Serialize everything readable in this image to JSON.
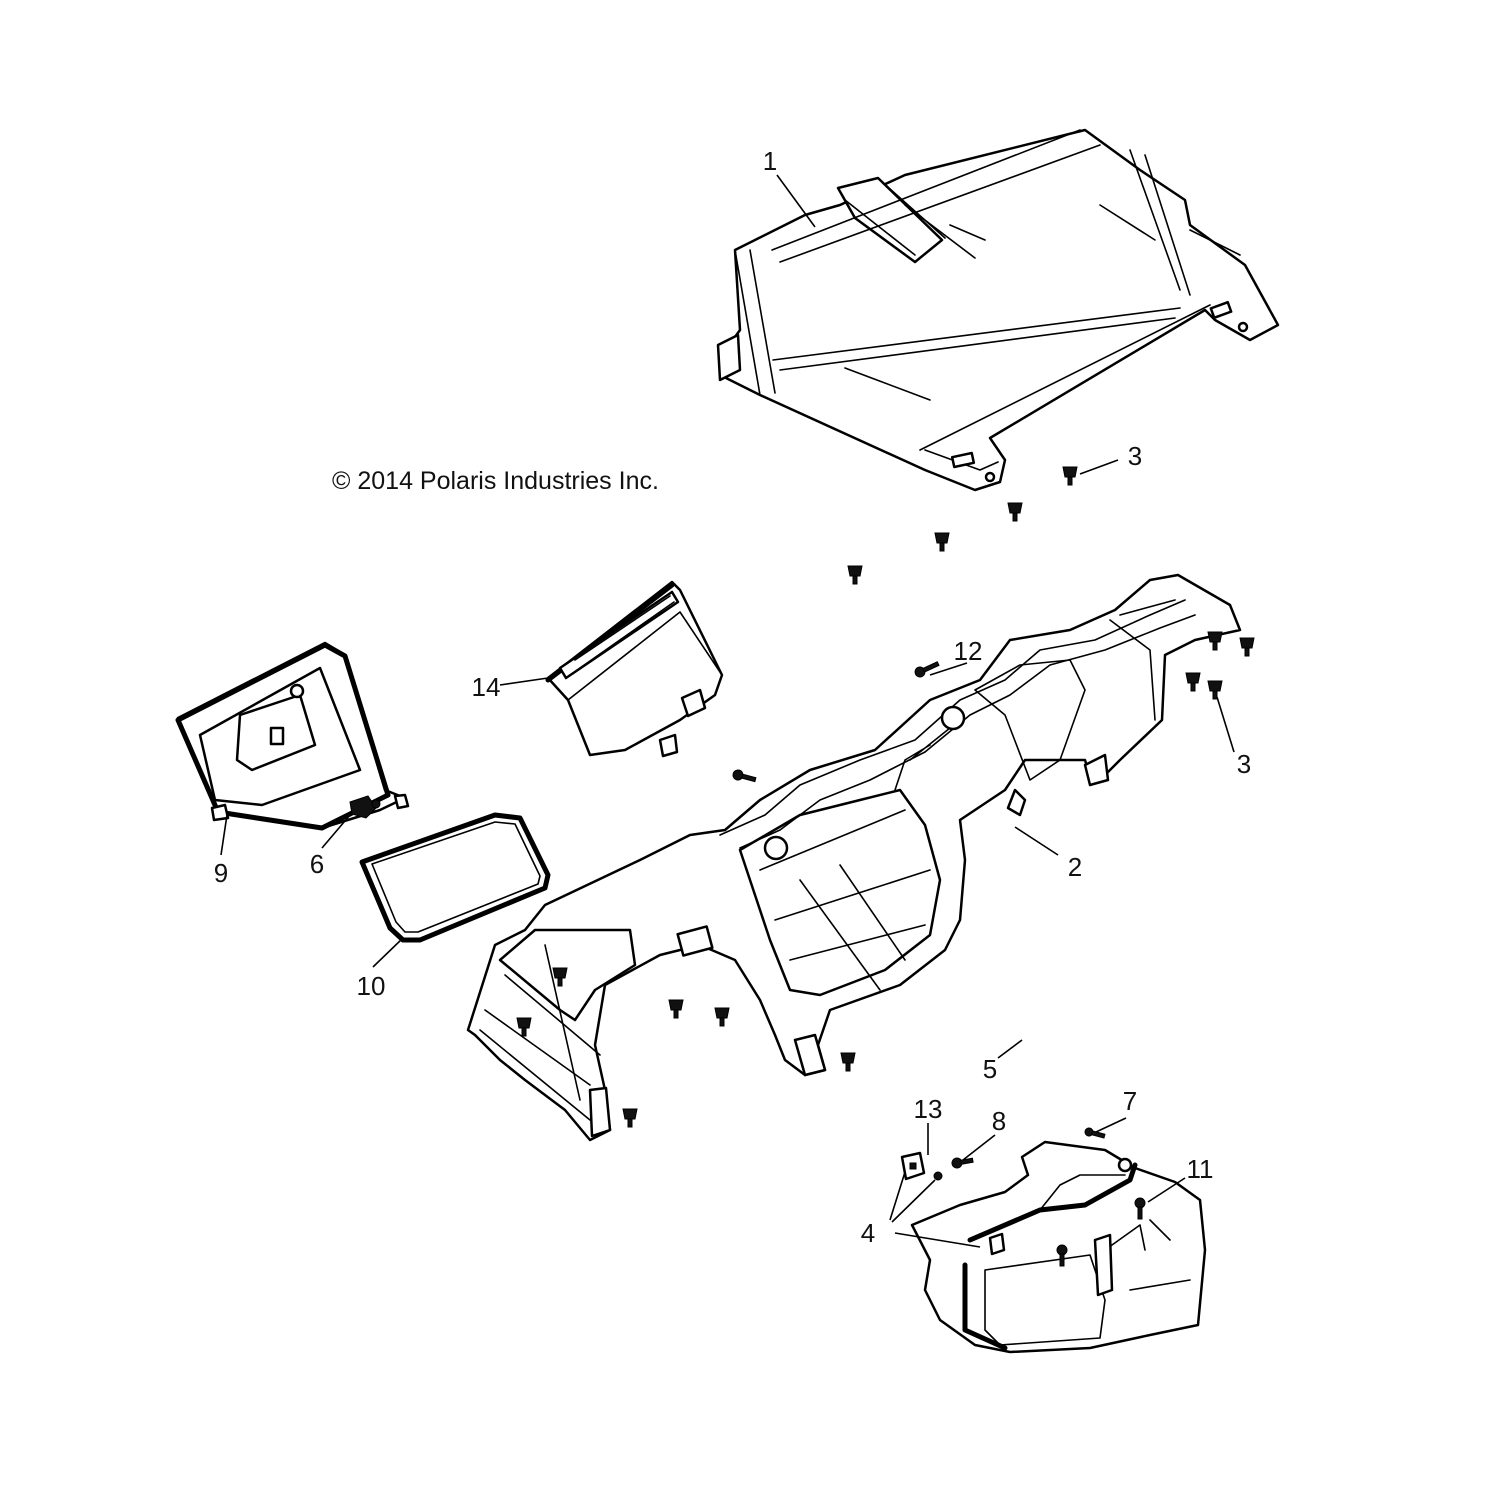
{
  "copyright": "© 2014 Polaris Industries Inc.",
  "callouts": [
    {
      "id": "c1",
      "text": "1"
    },
    {
      "id": "c2",
      "text": "2"
    },
    {
      "id": "c3a",
      "text": "3"
    },
    {
      "id": "c3b",
      "text": "3"
    },
    {
      "id": "c4",
      "text": "4"
    },
    {
      "id": "c5",
      "text": "5"
    },
    {
      "id": "c6",
      "text": "6"
    },
    {
      "id": "c7",
      "text": "7"
    },
    {
      "id": "c8",
      "text": "8"
    },
    {
      "id": "c9",
      "text": "9"
    },
    {
      "id": "c10",
      "text": "10"
    },
    {
      "id": "c11",
      "text": "11"
    },
    {
      "id": "c12",
      "text": "12"
    },
    {
      "id": "c13",
      "text": "13"
    },
    {
      "id": "c14",
      "text": "14"
    }
  ],
  "colors": {
    "line": "#000000",
    "background": "#ffffff"
  }
}
